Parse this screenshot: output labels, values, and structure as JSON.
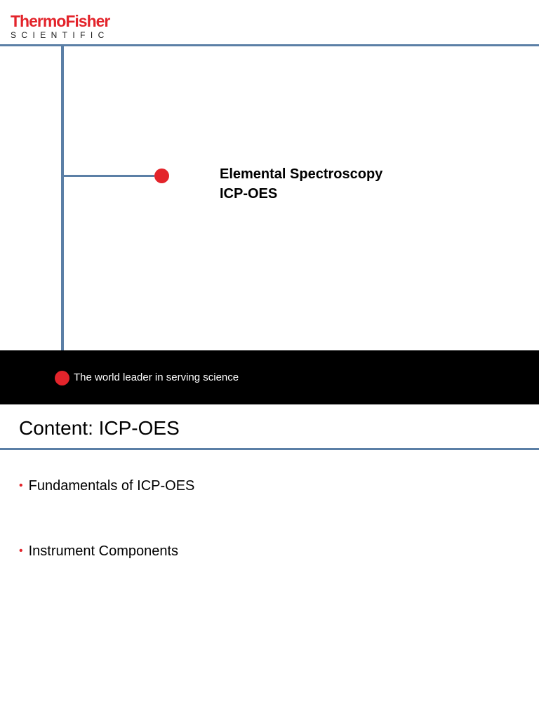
{
  "logo": {
    "main": "ThermoFisher",
    "sub": "SCIENTIFIC"
  },
  "title_slide": {
    "title_line1": "Elemental Spectroscopy",
    "title_line2": "ICP-OES",
    "tagline": "The world leader in serving science"
  },
  "content_slide": {
    "title": "Content:  ICP-OES",
    "bullets": [
      "Fundamentals of ICP-OES",
      "Instrument Components"
    ]
  },
  "colors": {
    "brand_red": "#e3242b",
    "rule_blue": "#5b7fa6",
    "band_black": "#000000"
  }
}
